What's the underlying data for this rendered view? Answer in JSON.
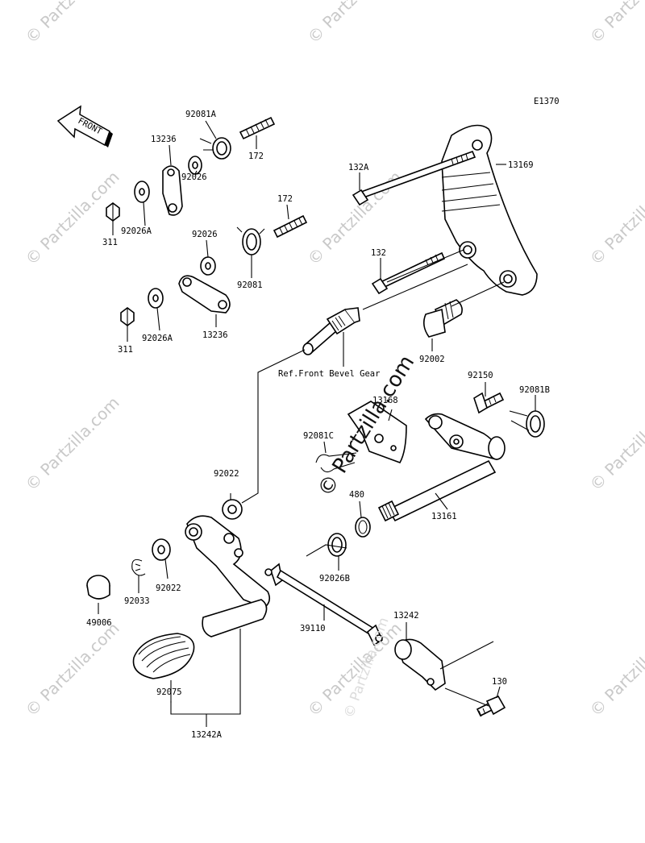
{
  "diagram": {
    "code": "E1370",
    "front_label": "FRONT",
    "ref_label": "Ref.Front Bevel Gear",
    "watermark": "© Partzilla.com",
    "parts": {
      "p92081A": "92081A",
      "p172a": "172",
      "p13236a": "13236",
      "p92026a": "92026",
      "p92026A_a": "92026A",
      "p311a": "311",
      "p172b": "172",
      "p92026b": "92026",
      "p92081": "92081",
      "p92026A_b": "92026A",
      "p311b": "311",
      "p13236b": "13236",
      "p132A": "132A",
      "p13169": "13169",
      "p132": "132",
      "p92002": "92002",
      "p92150": "92150",
      "p92081B": "92081B",
      "p13168": "13168",
      "p92081C": "92081C",
      "p92022a": "92022",
      "p480": "480",
      "p13161": "13161",
      "p92026B": "92026B",
      "p92022b": "92022",
      "p92033": "92033",
      "p49006": "49006",
      "p39110": "39110",
      "p13242": "13242",
      "p130": "130",
      "p92075": "92075",
      "p13242A": "13242A"
    }
  }
}
